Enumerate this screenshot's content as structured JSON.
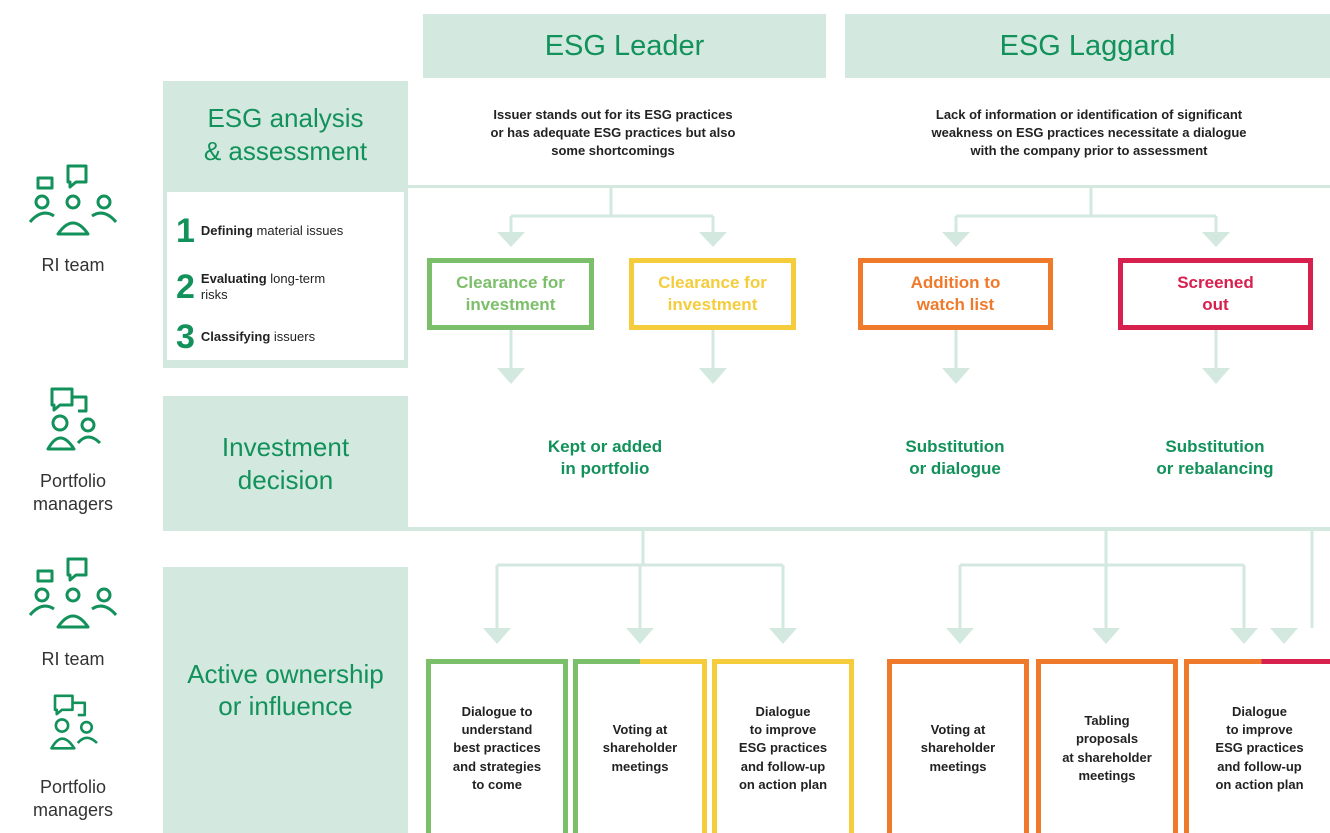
{
  "colors": {
    "mint": "#d3e9e0",
    "green_text": "#12915a",
    "leader_green": "#7bbf6a",
    "yellow": "#f5cc3c",
    "orange": "#f07a2b",
    "red": "#d8204f"
  },
  "headers": {
    "leader": "ESG Leader",
    "laggard": "ESG Laggard"
  },
  "rows": {
    "analysis": "ESG analysis\n& assessment",
    "decision": "Investment\ndecision",
    "ownership": "Active ownership\nor influence"
  },
  "steps": [
    {
      "num": "1",
      "bold": "Defining",
      "rest": " material issues"
    },
    {
      "num": "2",
      "bold": "Evaluating",
      "rest": " long-term risks"
    },
    {
      "num": "3",
      "bold": "Classifying",
      "rest": " issuers"
    }
  ],
  "descriptions": {
    "leader": "Issuer stands out for its ESG practices\nor has adequate ESG practices but also\nsome shortcomings",
    "laggard": "Lack of information or identification of significant\nweakness on ESG practices necessitate a dialogue\nwith the company prior to assessment"
  },
  "outcomes": [
    {
      "label": "Clearance for\ninvestment",
      "color": "#7bbf6a"
    },
    {
      "label": "Clearance for\ninvestment",
      "color": "#f5cc3c"
    },
    {
      "label": "Addition to\nwatch list",
      "color": "#f07a2b"
    },
    {
      "label": "Screened\nout",
      "color": "#d8204f"
    }
  ],
  "decisions": [
    "Kept or added\nin portfolio",
    "Substitution\nor dialogue",
    "Substitution\nor rebalancing"
  ],
  "actions": [
    "Dialogue to\nunderstand\nbest practices\nand strategies\nto come",
    "Voting at\nshareholder\nmeetings",
    "Dialogue\nto improve\nESG practices\nand follow-up\non action plan",
    "Voting at\nshareholder\nmeetings",
    "Tabling\nproposals\nat shareholder\nmeetings",
    "Dialogue\nto improve\nESG practices\nand follow-up\non action plan"
  ],
  "roles": {
    "ri_team_1": "RI team",
    "pm_1": "Portfolio\nmanagers",
    "ri_team_2": "RI team",
    "pm_2": "Portfolio\nmanagers"
  },
  "icons": [
    "team-icon",
    "manager-icon"
  ]
}
